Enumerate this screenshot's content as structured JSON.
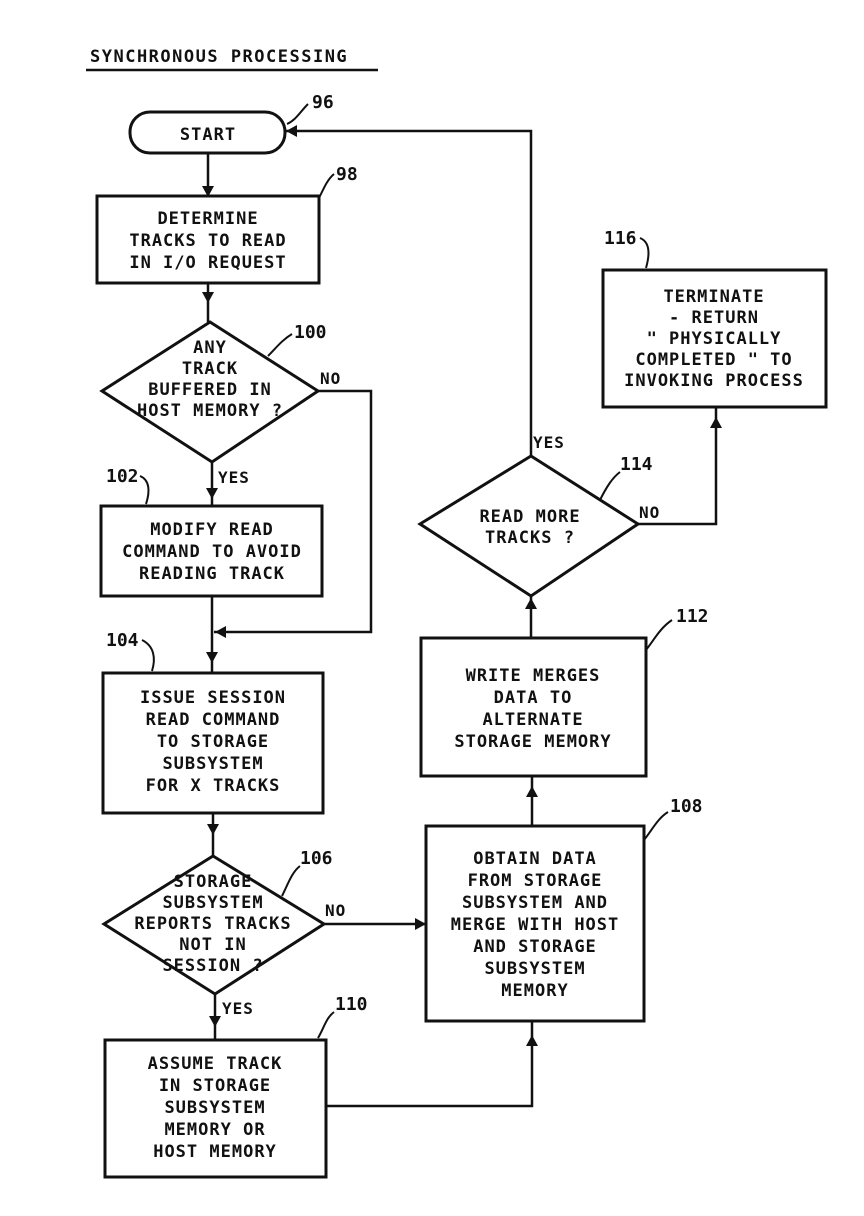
{
  "title": "SYNCHRONOUS PROCESSING",
  "nodes": {
    "start": {
      "ref": "96",
      "lines": [
        "START"
      ]
    },
    "determine": {
      "ref": "98",
      "lines": [
        "DETERMINE",
        "TRACKS TO READ",
        "IN I/O REQUEST"
      ]
    },
    "any_track": {
      "ref": "100",
      "lines": [
        "ANY",
        "TRACK",
        "BUFFERED IN",
        "HOST MEMORY ?"
      ]
    },
    "modify": {
      "ref": "102",
      "lines": [
        "MODIFY READ",
        "COMMAND TO AVOID",
        "READING TRACK"
      ]
    },
    "issue": {
      "ref": "104",
      "lines": [
        "ISSUE SESSION",
        "READ COMMAND",
        "TO STORAGE",
        "SUBSYSTEM",
        "FOR X TRACKS"
      ]
    },
    "reports": {
      "ref": "106",
      "lines": [
        "STORAGE",
        "SUBSYSTEM",
        "REPORTS TRACKS",
        "NOT IN",
        "SESSION ?"
      ]
    },
    "obtain": {
      "ref": "108",
      "lines": [
        "OBTAIN DATA",
        "FROM STORAGE",
        "SUBSYSTEM AND",
        "MERGE WITH HOST",
        "AND STORAGE",
        "SUBSYSTEM",
        "MEMORY"
      ]
    },
    "assume": {
      "ref": "110",
      "lines": [
        "ASSUME TRACK",
        "IN STORAGE",
        "SUBSYSTEM",
        "MEMORY OR",
        "HOST MEMORY"
      ]
    },
    "write": {
      "ref": "112",
      "lines": [
        "WRITE MERGES",
        "DATA TO",
        "ALTERNATE",
        "STORAGE MEMORY"
      ]
    },
    "read_more": {
      "ref": "114",
      "lines": [
        "READ MORE",
        "TRACKS ?"
      ]
    },
    "terminate": {
      "ref": "116",
      "lines": [
        "TERMINATE",
        "- RETURN",
        "\" PHYSICALLY",
        "COMPLETED \" TO",
        "INVOKING PROCESS"
      ]
    }
  },
  "edge_labels": {
    "any_track_no": "NO",
    "any_track_yes": "YES",
    "reports_no": "NO",
    "reports_yes": "YES",
    "read_more_yes": "YES",
    "read_more_no": "NO"
  }
}
